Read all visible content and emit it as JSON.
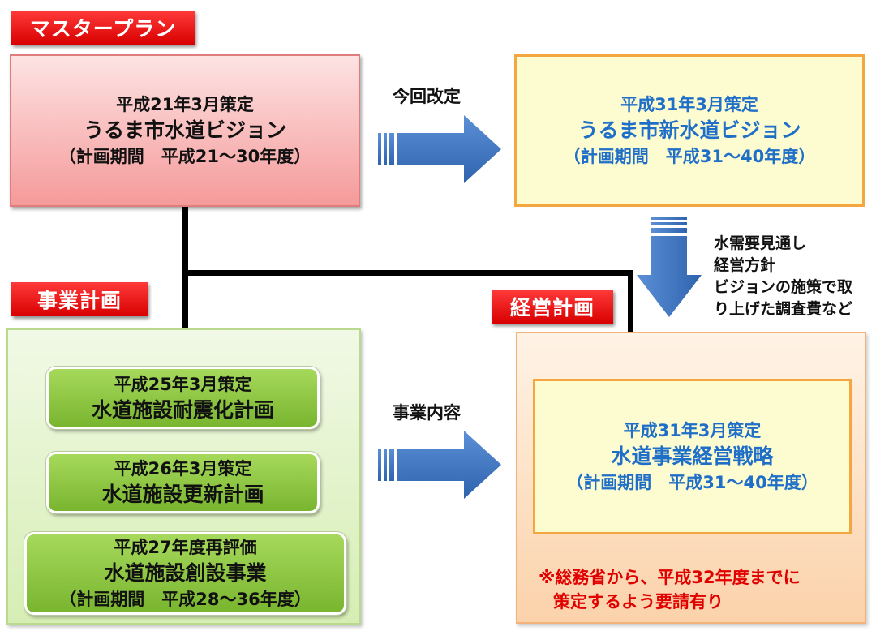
{
  "tags": {
    "master_plan": "マスタープラン",
    "business_plan": "事業計画",
    "management_plan": "経営計画"
  },
  "vision_old": {
    "date": "平成21年3月策定",
    "title": "うるま市水道ビジョン",
    "period": "（計画期間　平成21～30年度）"
  },
  "vision_new": {
    "date": "平成31年3月策定",
    "title": "うるま市新水道ビジョン",
    "period": "（計画期間　平成31～40年度）"
  },
  "arrow_revision_label": "今回改定",
  "arrow_business_label": "事業内容",
  "down_arrow_notes": [
    "水需要見通し",
    "経営方針",
    "ビジョンの施策で取",
    "り上げた調査費など"
  ],
  "projects": [
    {
      "date": "平成25年3月策定",
      "title": "水道施設耐震化計画"
    },
    {
      "date": "平成26年3月策定",
      "title": "水道施設更新計画"
    },
    {
      "date": "平成27年度再評価",
      "title": "水道施設創設事業",
      "period": "（計画期間　平成28～36年度）"
    }
  ],
  "strategy": {
    "date": "平成31年3月策定",
    "title": "水道事業経営戦略",
    "period": "（計画期間　平成31～40年度）"
  },
  "note_lines": [
    "※総務省から、平成32年度までに",
    "策定するよう要請有り"
  ],
  "colors": {
    "tag_red": "#e00000",
    "blue_text": "#1f6fc8",
    "arrow_blue": "#3a75c4"
  }
}
